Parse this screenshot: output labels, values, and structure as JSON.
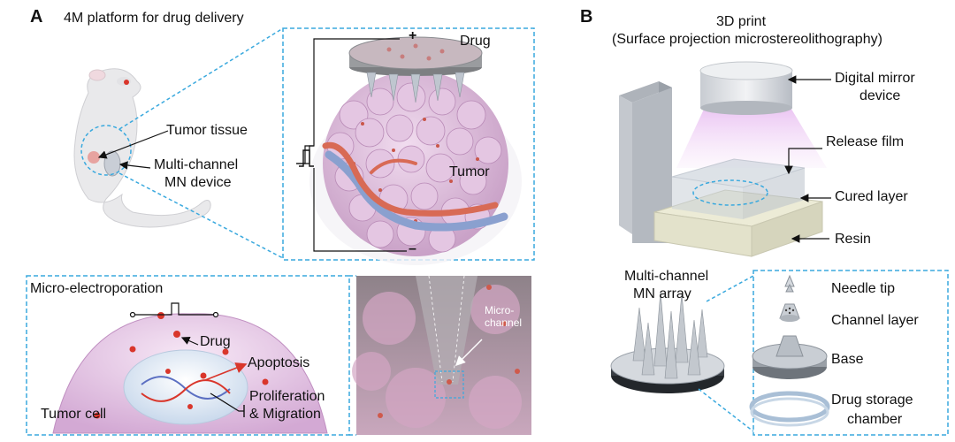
{
  "panelA": {
    "letter": "A",
    "title": "4M platform for drug delivery",
    "mouse_labels": {
      "tumor_tissue": "Tumor tissue",
      "device_line1": "Multi-channel",
      "device_line2": "MN device"
    },
    "tumor_view": {
      "drug": "Drug",
      "tumor": "Tumor",
      "plus": "+",
      "minus": "–"
    },
    "electroporation": {
      "title": "Micro-electroporation",
      "drug": "Drug",
      "apoptosis": "Apoptosis",
      "proliferation_line1": "Proliferation",
      "proliferation_line2": "& Migration",
      "tumor_cell": "Tumor cell"
    },
    "microchannel": {
      "line1": "Micro-",
      "line2": "channel"
    }
  },
  "panelB": {
    "letter": "B",
    "title_line1": "3D print",
    "title_line2": "(Surface projection microstereolithography)",
    "printer_labels": {
      "dmd_line1": "Digital mirror",
      "dmd_line2": "device",
      "release_film": "Release film",
      "cured_layer": "Cured layer",
      "resin": "Resin"
    },
    "array_label_line1": "Multi-channel",
    "array_label_line2": "MN array",
    "components": {
      "needle_tip": "Needle tip",
      "channel_layer": "Channel layer",
      "base": "Base",
      "storage_line1": "Drug storage",
      "storage_line2": "chamber"
    }
  },
  "colors": {
    "dashed_frame": "#3aa9de",
    "tumor": "#d9b6d6",
    "vessel_red": "#d86a55",
    "vessel_blue": "#8aa0cf",
    "arrow_red": "#d9362b",
    "uv_glow": "#d9a3e6"
  }
}
